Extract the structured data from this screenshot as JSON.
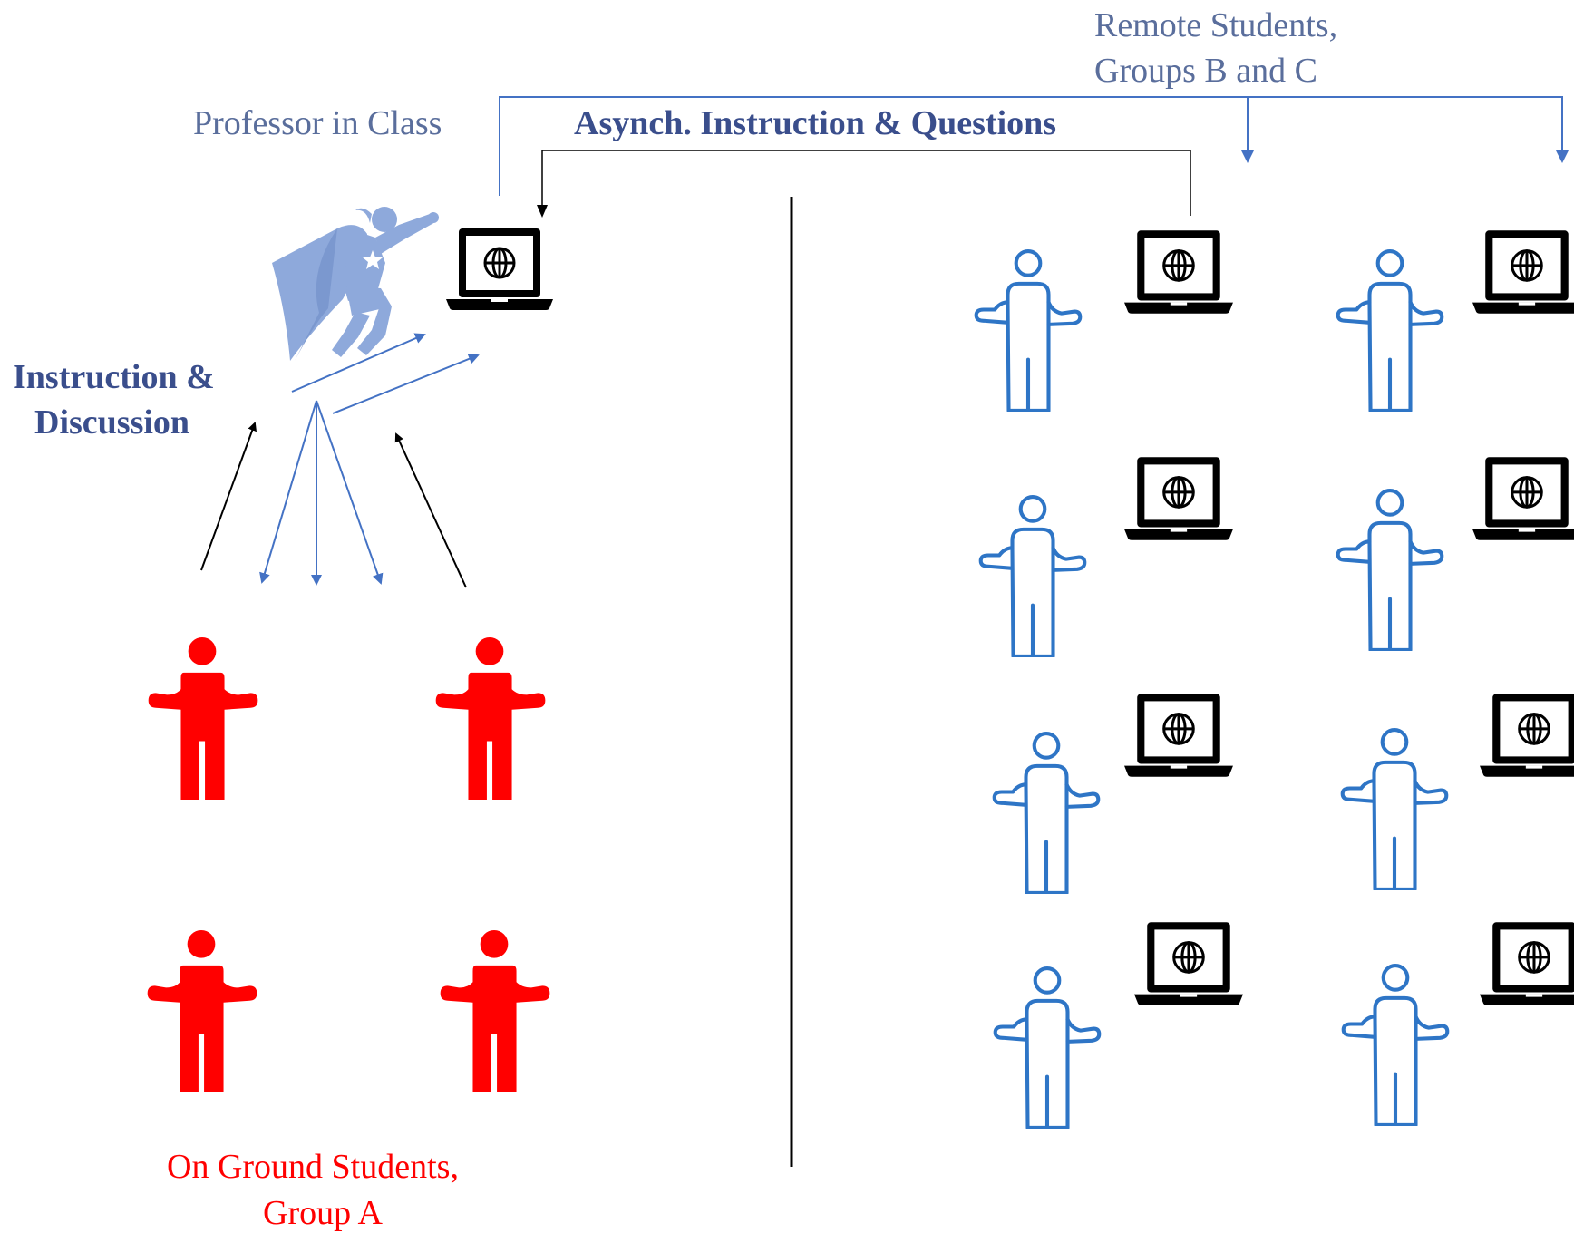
{
  "colors": {
    "professor": "#8EA9DB",
    "remote_blue": "#2E75C6",
    "ground_red": "#FF0000",
    "arrow_blue": "#4472C4",
    "label_blue": "#5A6E9C",
    "bold_blue": "#3A4E8C",
    "black": "#000000"
  },
  "labels": {
    "professor": "Professor in Class",
    "remote_line1": "Remote Students,",
    "remote_line2": "Groups B and C",
    "asynch": "Asynch. Instruction & Questions",
    "instruction_line1": "Instruction &",
    "instruction_line2": "Discussion",
    "ground_line1": "On Ground Students,",
    "ground_line2": "Group A"
  },
  "icons": {
    "professor": "superhero-woman-icon",
    "laptop": "laptop-globe-icon",
    "remote_student": "person-outline-icon",
    "ground_student": "person-filled-icon"
  }
}
